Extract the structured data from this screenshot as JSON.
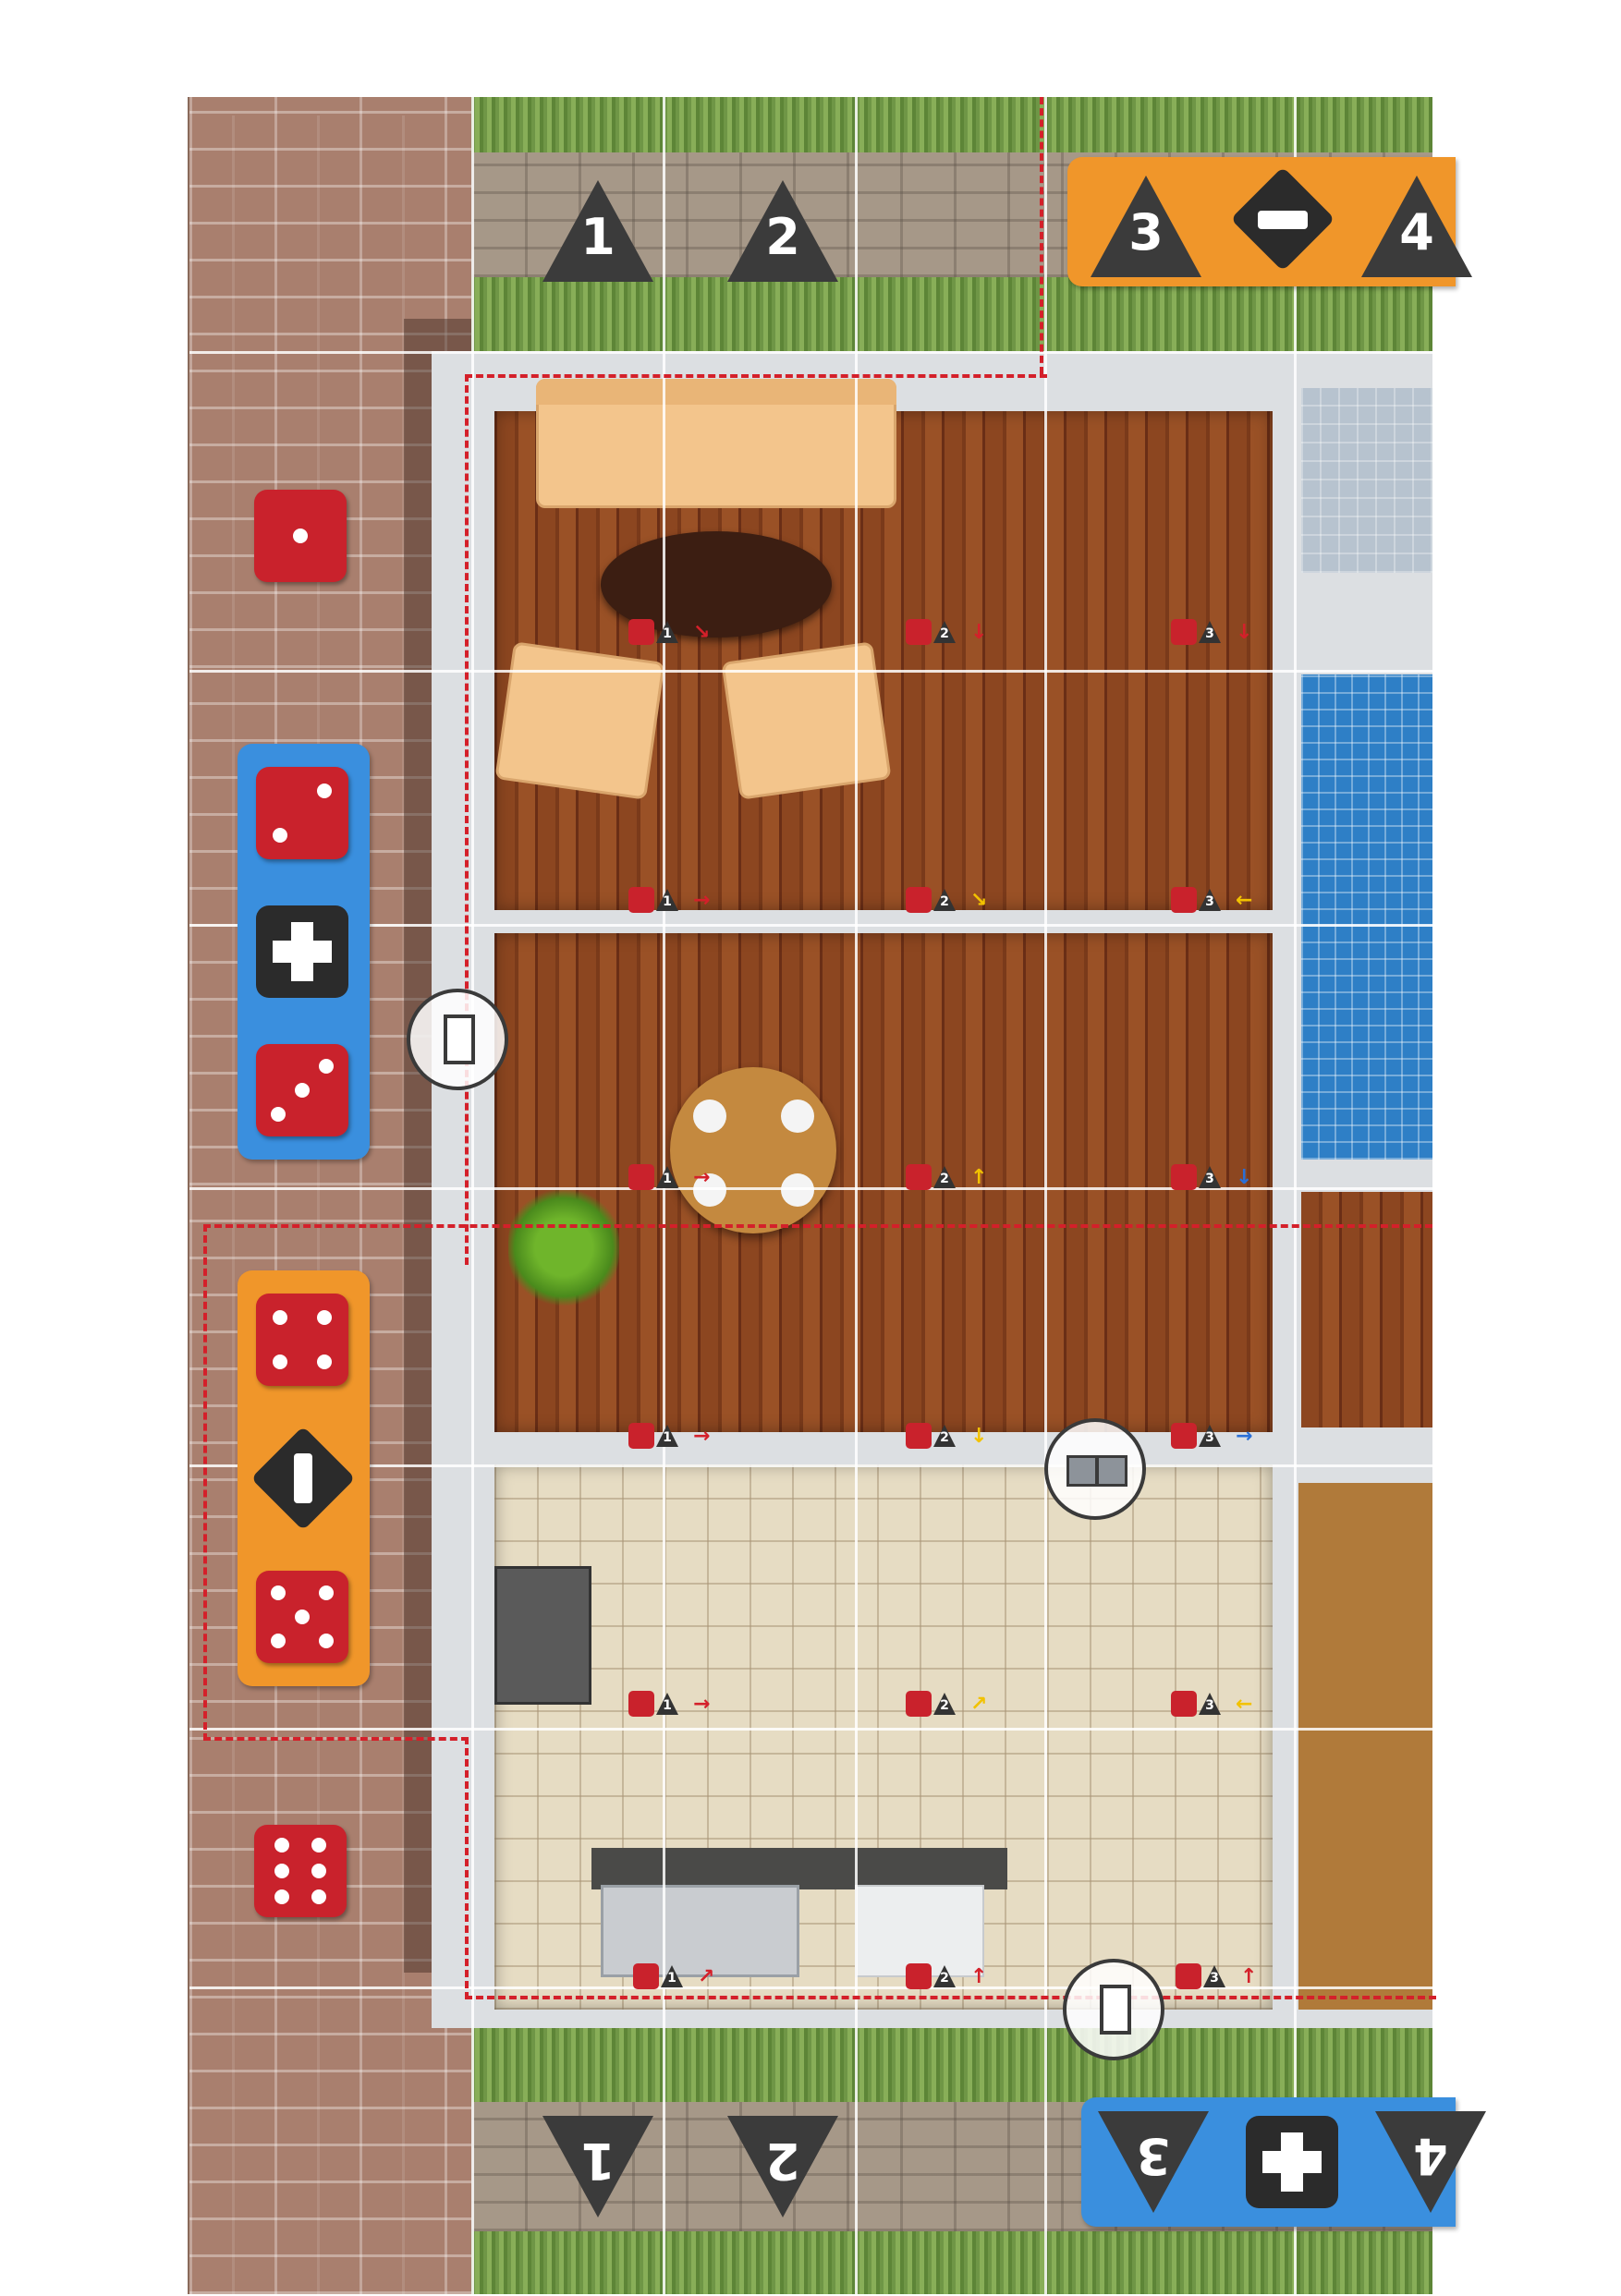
{
  "game": {
    "top_zones": [
      "1",
      "2",
      "3",
      "4"
    ],
    "bottom_zones": [
      "1",
      "2",
      "3",
      "4"
    ],
    "dice_faces": {
      "single_top": 1,
      "blue_panel": [
        2,
        3
      ],
      "orange_panel": [
        4,
        5
      ],
      "single_bottom": 6
    },
    "room_markers": [
      {
        "face": 1,
        "zone": "1",
        "arrow": "↘",
        "color": "#d4202a"
      },
      {
        "face": 1,
        "zone": "2",
        "arrow": "↓",
        "color": "#d4202a"
      },
      {
        "face": 1,
        "zone": "3",
        "arrow": "↓",
        "color": "#d4202a"
      },
      {
        "face": 2,
        "zone": "1",
        "arrow": "→",
        "color": "#d4202a"
      },
      {
        "face": 2,
        "zone": "2",
        "arrow": "↘",
        "color": "#f2c200"
      },
      {
        "face": 2,
        "zone": "3",
        "arrow": "←",
        "color": "#f2c200"
      },
      {
        "face": 3,
        "zone": "1",
        "arrow": "→",
        "color": "#d4202a"
      },
      {
        "face": 3,
        "zone": "2",
        "arrow": "↑",
        "color": "#f2c200"
      },
      {
        "face": 3,
        "zone": "3",
        "arrow": "↓",
        "color": "#2a6fd6"
      },
      {
        "face": 4,
        "zone": "1",
        "arrow": "→",
        "color": "#d4202a"
      },
      {
        "face": 4,
        "zone": "2",
        "arrow": "↓",
        "color": "#f2c200"
      },
      {
        "face": 4,
        "zone": "3",
        "arrow": "→",
        "color": "#2a6fd6"
      },
      {
        "face": 5,
        "zone": "1",
        "arrow": "→",
        "color": "#d4202a"
      },
      {
        "face": 5,
        "zone": "2",
        "arrow": "↗",
        "color": "#f2c200"
      },
      {
        "face": 5,
        "zone": "3",
        "arrow": "←",
        "color": "#f2c200"
      },
      {
        "face": 6,
        "zone": "1",
        "arrow": "↗",
        "color": "#d4202a"
      },
      {
        "face": 6,
        "zone": "2",
        "arrow": "↑",
        "color": "#d4202a"
      },
      {
        "face": 6,
        "zone": "3",
        "arrow": "↑",
        "color": "#d4202a"
      }
    ],
    "icons": {
      "door": "door-icon",
      "ambulance": "ambulance-icon",
      "medical_cross": "medical-cross-icon",
      "crates": "crates-icon"
    },
    "colors": {
      "orange_panel": "#f0962a",
      "blue_panel": "#3a8fde",
      "die": "#c9222c",
      "dashed_line": "#d4202a"
    }
  }
}
